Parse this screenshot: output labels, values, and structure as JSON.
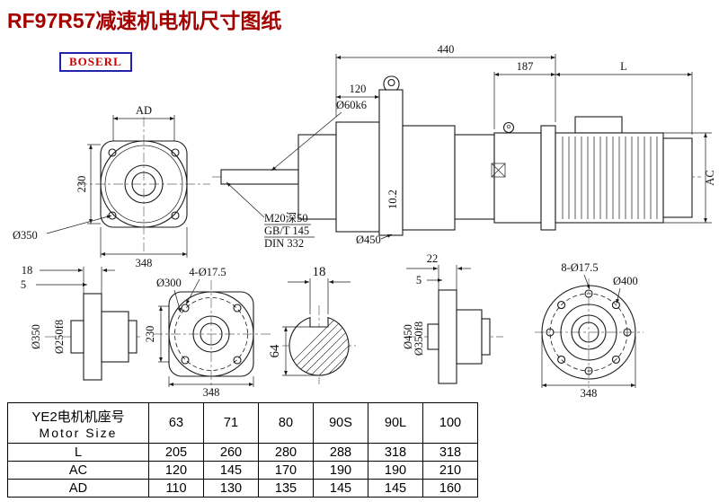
{
  "colors": {
    "title_red": "#a40000",
    "logo_red": "#cc0000",
    "logo_border_blue": "#2222aa",
    "line_black": "#1a1a1a"
  },
  "header": {
    "title": "RF97R57减速机电机尺寸图纸",
    "brand": "BOSERL"
  },
  "views": {
    "flange_top_left": {
      "ad": "AD",
      "height": "230",
      "width": "348",
      "od": "Ø350"
    },
    "main_side": {
      "overall": "440",
      "shaft_ext": "120",
      "adapter_len": "187",
      "motor_len": "L",
      "shaft_dia": "Ø60k6",
      "motor_height": "AC",
      "tap_note1": "M20深50",
      "tap_note2": "GB/T 145",
      "tap_note3": "DIN 332",
      "flange_od": "Ø450",
      "key_dim": "10.2"
    },
    "output_hub_left": {
      "flange_thk": "18",
      "spigot_depth": "5",
      "od": "Ø350",
      "spigot": "Ø250f8"
    },
    "flange_bottom_mid": {
      "holes": "4-Ø17.5",
      "bolt_circle": "Ø300",
      "height": "230",
      "width": "348"
    },
    "shaft_section": {
      "key_width": "18",
      "key_height": "64"
    },
    "input_hub_right": {
      "flange_thk": "22",
      "spigot_depth": "5",
      "od": "Ø450",
      "spigot": "Ø350f8"
    },
    "flange_bottom_right": {
      "holes": "8-Ø17.5",
      "bolt_circle": "Ø400",
      "width": "348"
    }
  },
  "table": {
    "header_cn": "YE2电机机座号",
    "header_en": "Motor Size",
    "sizes": [
      "63",
      "71",
      "80",
      "90S",
      "90L",
      "100"
    ],
    "rows": [
      {
        "label": "L",
        "values": [
          "205",
          "260",
          "280",
          "288",
          "318",
          "318"
        ]
      },
      {
        "label": "AC",
        "values": [
          "120",
          "145",
          "170",
          "190",
          "190",
          "210"
        ]
      },
      {
        "label": "AD",
        "values": [
          "110",
          "130",
          "135",
          "145",
          "145",
          "160"
        ]
      }
    ]
  }
}
